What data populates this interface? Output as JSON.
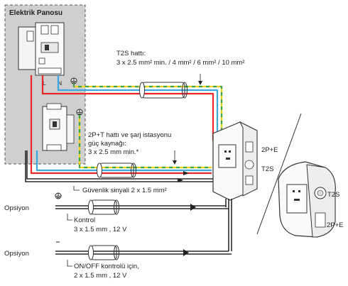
{
  "panel": {
    "title": "Elektrik Panosu",
    "terminal_l": "L",
    "terminal_n": "N"
  },
  "t2s_line": {
    "title": "T2S hattı:",
    "spec": "3 x 2.5 mm² min. / 4 mm² / 6 mm² / 10 mm²"
  },
  "supply_line": {
    "line1": "2P+T hattı ve şarj istasyonu",
    "line2": "güç kaynağı:",
    "line3": "3 x 2.5 mm  min.*"
  },
  "safety_signal": "Güvenlik sinyali 2 x 1.5 mm²",
  "option1": {
    "label": "Opsiyon",
    "title": "Kontrol",
    "spec": "3 x 1.5 mm , 12 V"
  },
  "option2": {
    "label": "Opsiyon",
    "title": "ON/OFF kontrolü için,",
    "spec": "2 x 1.5 mm , 12 V"
  },
  "station": {
    "socket_2pe": "2P+E",
    "socket_t2s": "T2S"
  },
  "station_detail": {
    "socket_t2s": "T2S",
    "socket_2pe": "2P+E"
  },
  "colors": {
    "live": "#e8262b",
    "neutral": "#3aa7e0",
    "earth_yellow": "#f2d21b",
    "earth_green": "#3aa64a",
    "signal": "#2a2a2a",
    "panel_bg": "#cfcfcf"
  }
}
